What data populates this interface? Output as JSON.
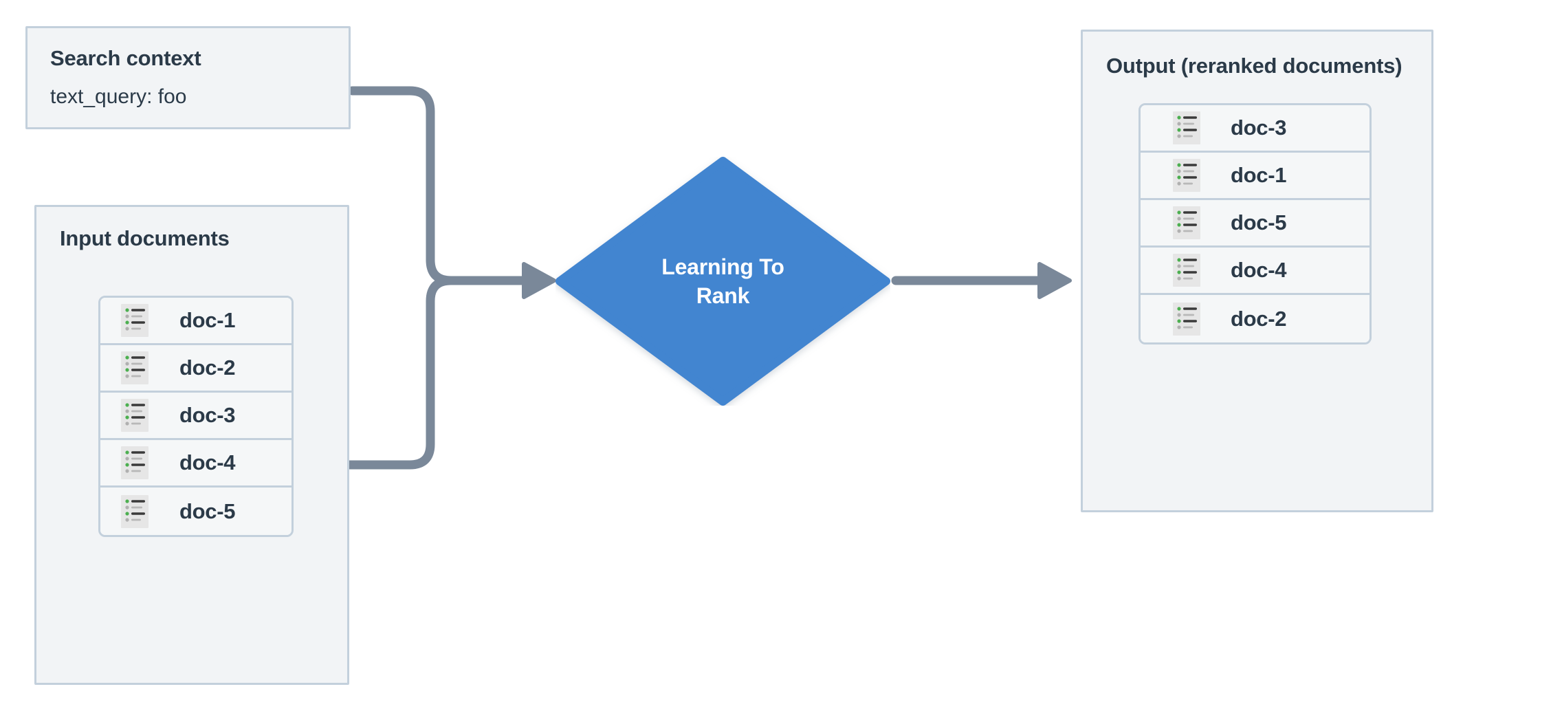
{
  "diagram": {
    "title": "Learning To Rank reranking flow",
    "background": "#ffffff",
    "colors": {
      "panel_fill": "#f2f4f6",
      "panel_border": "#c3d0dc",
      "card_fill": "#f5f7f8",
      "text": "#2b3a48",
      "accent_blue": "#4285d0",
      "edge_gray": "#7a8899",
      "icon_bg": "#e6e6e6",
      "icon_bullet_green": "#4caf50",
      "icon_bullet_gray": "#b0b0b0",
      "icon_line_dark": "#3a3a3a",
      "icon_line_light": "#b8b8b8"
    }
  },
  "search_context": {
    "title": "Search context",
    "query": "text_query: foo"
  },
  "input_documents": {
    "title": "Input documents",
    "docs": [
      {
        "label": "doc-1",
        "icon": "document-list-icon"
      },
      {
        "label": "doc-2",
        "icon": "document-list-icon"
      },
      {
        "label": "doc-3",
        "icon": "document-list-icon"
      },
      {
        "label": "doc-4",
        "icon": "document-list-icon"
      },
      {
        "label": "doc-5",
        "icon": "document-list-icon"
      }
    ]
  },
  "process_node": {
    "label": "Learning To Rank",
    "line1": "Learning To",
    "line2": "Rank",
    "shape": "diamond",
    "fill": "#4285d0"
  },
  "output": {
    "title": "Output (reranked documents)",
    "docs": [
      {
        "label": "doc-3",
        "icon": "document-list-icon"
      },
      {
        "label": "doc-1",
        "icon": "document-list-icon"
      },
      {
        "label": "doc-5",
        "icon": "document-list-icon"
      },
      {
        "label": "doc-4",
        "icon": "document-list-icon"
      },
      {
        "label": "doc-2",
        "icon": "document-list-icon"
      }
    ]
  },
  "edges": [
    {
      "name": "search-context-to-ltr",
      "from": "Search context",
      "to": "Learning To Rank",
      "arrowhead": true
    },
    {
      "name": "input-documents-to-ltr",
      "from": "Input documents",
      "to": "Learning To Rank",
      "arrowhead": true
    },
    {
      "name": "ltr-to-output",
      "from": "Learning To Rank",
      "to": "Output (reranked documents)",
      "arrowhead": true
    }
  ]
}
